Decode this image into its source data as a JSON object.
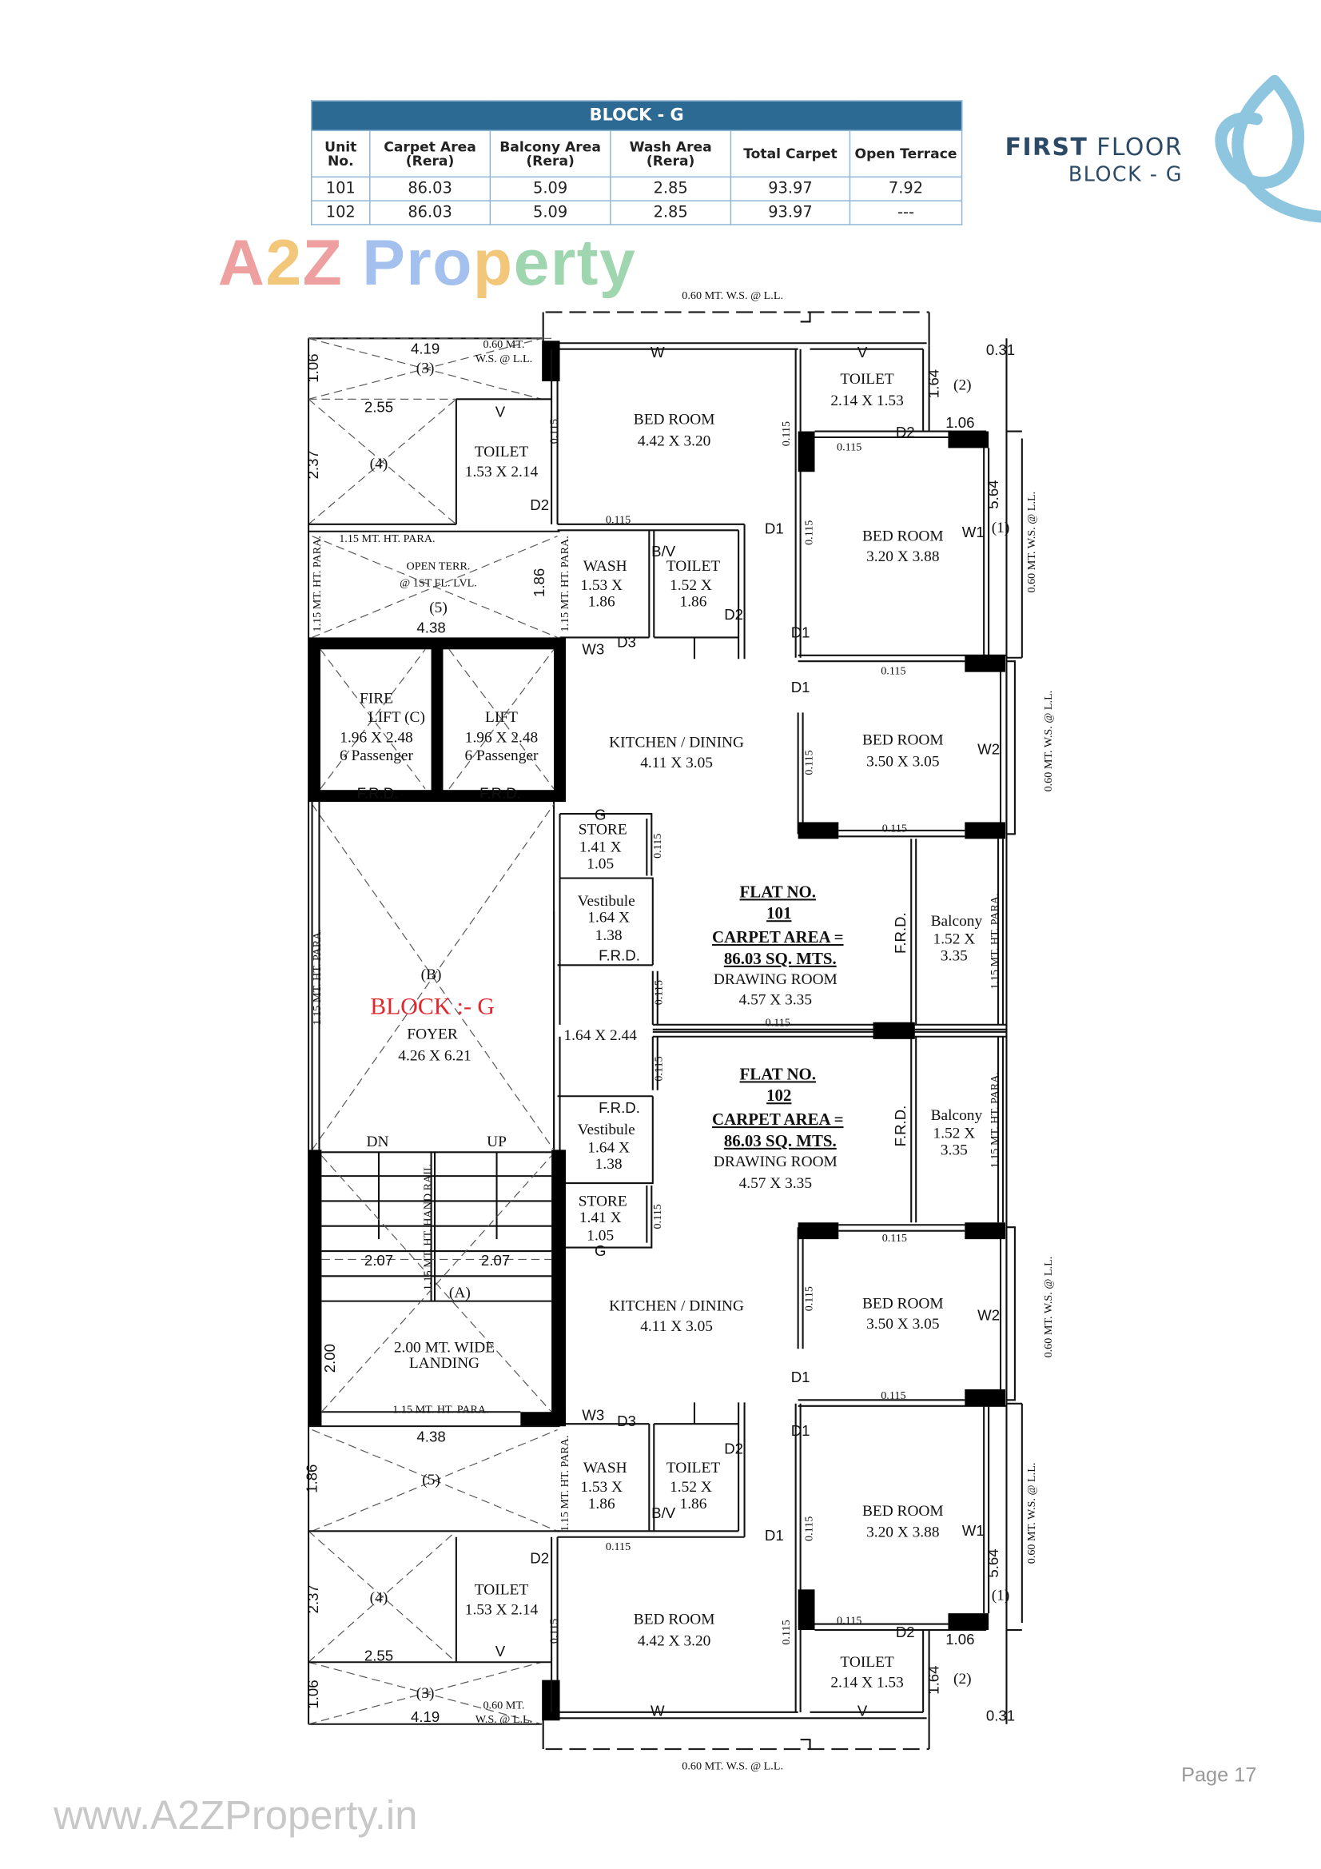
{
  "table": {
    "title": "BLOCK - G",
    "headers": [
      [
        "Unit",
        "No."
      ],
      [
        "Carpet Area",
        "(Rera)"
      ],
      [
        "Balcony Area",
        "(Rera)"
      ],
      [
        "Wash Area",
        "(Rera)"
      ],
      [
        "Total Carpet",
        ""
      ],
      [
        "Open Terrace",
        ""
      ]
    ],
    "rows": [
      [
        "101",
        "86.03",
        "5.09",
        "2.85",
        "93.97",
        "7.92"
      ],
      [
        "102",
        "86.03",
        "5.09",
        "2.85",
        "93.97",
        "---"
      ]
    ]
  },
  "heading": {
    "floor_bold": "FIRST",
    "floor_rest": "FLOOR",
    "block": "BLOCK - G"
  },
  "watermark": {
    "brand": "A2Z Property",
    "url": "www.A2ZProperty.in"
  },
  "page_label": "Page 17",
  "colors": {
    "table_header": "#2c6a93",
    "heading": "#2c4a66",
    "logo": "#8ec6e0",
    "block_label": "#e0282e"
  },
  "plan_labels": [
    "0.60 MT. W.S. @ L.L.",
    "4.19",
    "(3)",
    "1.06",
    "0.60 MT.",
    "W.S. @ L.L.",
    "2.55",
    "2.37",
    "(4)",
    "TOILET",
    "1.53 X 2.14",
    "V",
    "D2",
    "0.115",
    "BED ROOM",
    "4.42 X 3.20",
    "W",
    "0.115",
    "TOILET",
    "2.14 X 1.53",
    "V",
    "D2",
    "0.115",
    "0.115",
    "1.64",
    "(2)",
    "1.06",
    "0.31",
    "D1",
    "0.115",
    "BED ROOM",
    "3.20 X 3.88",
    "W1",
    "5.64",
    "(1)",
    "0.60 MT. W.S. @ L.L.",
    "1.15 MT. HT. PARA.",
    "OPEN TERR.",
    "@ 1ST FL. LVL.",
    "(5)",
    "1.86",
    "4.38",
    "1.15 MT. HT. PARA.",
    "1.15 MT. HT. PARA.",
    "WASH",
    "1.53 X",
    "1.86",
    "B/V",
    "TOILET",
    "1.52 X",
    "1.86",
    "D2",
    "W3",
    "D3",
    "D1",
    "FIRE",
    "LIFT  (C)",
    "1.96 X 2.48",
    "6 Passenger",
    "LIFT",
    "1.96 X 2.48",
    "6 Passenger",
    "F.R.D.",
    "F.R.D.",
    "0.115",
    "D1",
    "BED ROOM",
    "3.50 X 3.05",
    "W2",
    "0.115",
    "0.115",
    "0.60 MT. W.S. @ L.L.",
    "KITCHEN / DINING",
    "4.11 X 3.05",
    "G",
    "STORE",
    "1.41 X",
    "1.05",
    "0.115",
    "Vestibule",
    "1.64 X",
    "1.38",
    "F.R.D.",
    "FLAT NO.",
    "101",
    "CARPET AREA =",
    "86.03 SQ. MTS.",
    "DRAWING ROOM",
    "4.57 X 3.35",
    "0.115",
    "0.115",
    "F.R.D.",
    "Balcony",
    "1.52 X",
    "3.35",
    "1.15 MT. HT. PARA.",
    "BLOCK :- G",
    "(B)",
    "FOYER",
    "4.26 X 6.21",
    "1.15 MT. HT. PARA.",
    "1.64 X 2.44",
    "0.115",
    "FLAT NO.",
    "102",
    "CARPET AREA =",
    "86.03 SQ. MTS.",
    "DRAWING ROOM",
    "4.57 X 3.35",
    "F.R.D.",
    "Vestibule",
    "1.64 X",
    "1.38",
    "F.R.D.",
    "Balcony",
    "1.52 X",
    "3.35",
    "1.15 MT. HT. PARA.",
    "DN",
    "UP",
    "1.15 MT. HT. HAND RAIL",
    "2.07",
    "2.07",
    "(A)",
    "STORE",
    "1.41 X",
    "1.05",
    "G",
    "0.115",
    "0.115",
    "BED ROOM",
    "3.50 X 3.05",
    "W2",
    "0.115",
    "D1",
    "0.115",
    "0.60 MT. W.S. @ L.L.",
    "KITCHEN / DINING",
    "4.11 X 3.05",
    "2.00",
    "2.00 MT. WIDE",
    "LANDING",
    "1.15 MT. HT. PARA.",
    "4.38",
    "W3",
    "D3",
    "D2",
    "D1",
    "1.86",
    "(5)",
    "1.15 MT. HT. PARA.",
    "WASH",
    "1.53 X",
    "1.86",
    "TOILET",
    "1.52 X",
    "1.86",
    "B/V",
    "0.115",
    "D2",
    "D1",
    "0.115",
    "BED ROOM",
    "3.20 X 3.88",
    "W1",
    "5.64",
    "(1)",
    "0.60 MT. W.S. @ L.L.",
    "2.37",
    "(4)",
    "TOILET",
    "1.53 X 2.14",
    "V",
    "2.55",
    "BED ROOM",
    "4.42 X 3.20",
    "0.115",
    "0.115",
    "0.115",
    "D2",
    "TOILET",
    "2.14 X 1.53",
    "1.06",
    "1.64",
    "(2)",
    "0.31",
    "V",
    "1.06",
    "(3)",
    "4.19",
    "0.60 MT.",
    "W.S. @ L.L.",
    "W",
    "0.60 MT. W.S. @ L.L."
  ]
}
